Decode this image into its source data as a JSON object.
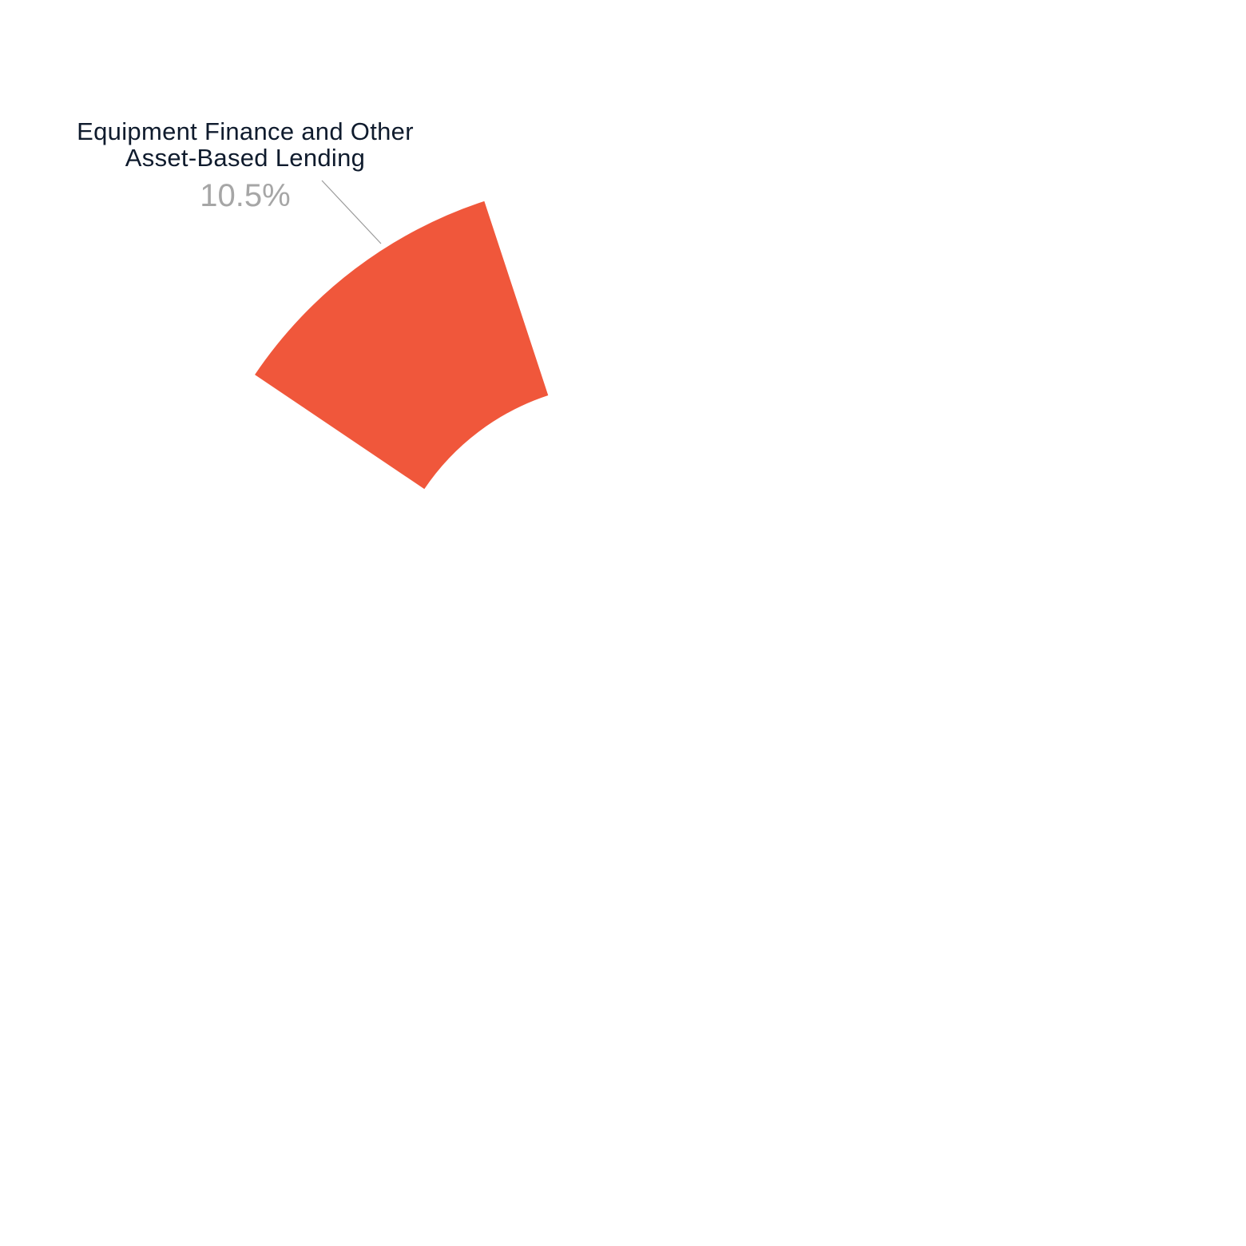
{
  "chart_data": {
    "type": "pie",
    "style": "donut",
    "slices": [
      {
        "label_lines": [
          "Equipment Finance and Other",
          "Asset-Based Lending"
        ],
        "value": 10.5,
        "value_label": "10.5%",
        "color": "#F0573B"
      }
    ]
  }
}
